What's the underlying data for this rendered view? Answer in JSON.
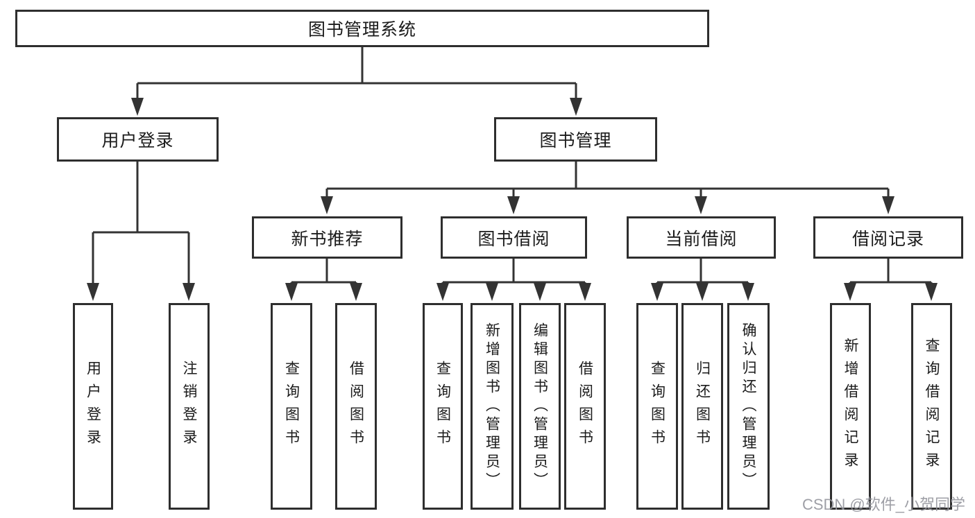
{
  "diagram": {
    "root": {
      "label": "图书管理系统"
    },
    "level2": [
      {
        "label": "用户登录"
      },
      {
        "label": "图书管理"
      }
    ],
    "level3": [
      {
        "label": "新书推荐"
      },
      {
        "label": "图书借阅"
      },
      {
        "label": "当前借阅"
      },
      {
        "label": "借阅记录"
      }
    ],
    "leaves": {
      "user": [
        "用户登录",
        "注销登录"
      ],
      "recommend": [
        "查询图书",
        "借阅图书"
      ],
      "borrow": [
        "查询图书",
        "新增图书（管理员）",
        "编辑图书（管理员）",
        "借阅图书"
      ],
      "current": [
        "查询图书",
        "归还图书",
        "确认归还（管理员）"
      ],
      "records": [
        "新增借阅记录",
        "查询借阅记录"
      ]
    }
  },
  "watermark": "CSDN @软件_小贺同学",
  "colors": {
    "line": "#333333",
    "box_border": "#2e2e2e",
    "text": "#1b1b1b",
    "watermark": "#94959c",
    "background": "#ffffff"
  }
}
